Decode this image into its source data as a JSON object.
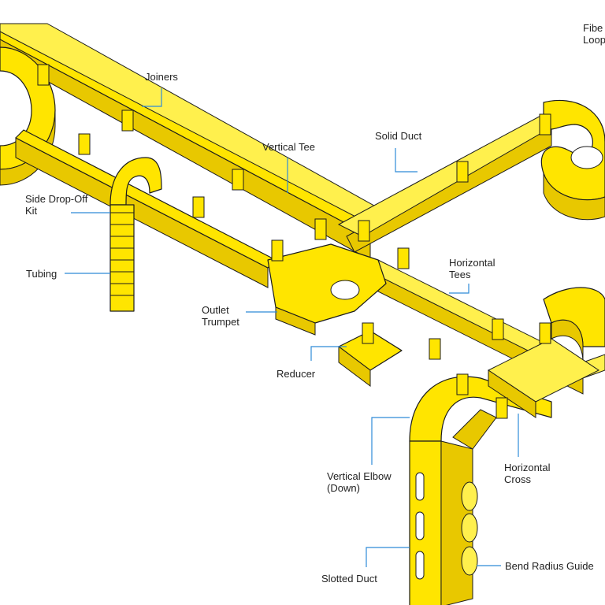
{
  "title": "",
  "colors": {
    "duct": "#FFE500",
    "duct_shadow": "#E8C800",
    "leader": "#2E8BD8",
    "outline": "#1c1c1c"
  },
  "labels": {
    "fiber_loop_line1": "Fibe",
    "fiber_loop_line2": "Loop",
    "joiners": "Joiners",
    "vertical_tee": "Vertical Tee",
    "solid_duct": "Solid Duct",
    "side_drop_off_line1": "Side Drop-Off",
    "side_drop_off_line2": "Kit",
    "tubing": "Tubing",
    "horizontal_tees_line1": "Horizontal",
    "horizontal_tees_line2": "Tees",
    "outlet_trumpet_line1": "Outlet",
    "outlet_trumpet_line2": "Trumpet",
    "reducer": "Reducer",
    "vertical_elbow_line1": "Vertical Elbow",
    "vertical_elbow_line2": "(Down)",
    "horizontal_cross_line1": "Horizontal",
    "horizontal_cross_line2": "Cross",
    "slotted_duct": "Slotted Duct",
    "bend_radius_guide": "Bend Radius Guide"
  }
}
